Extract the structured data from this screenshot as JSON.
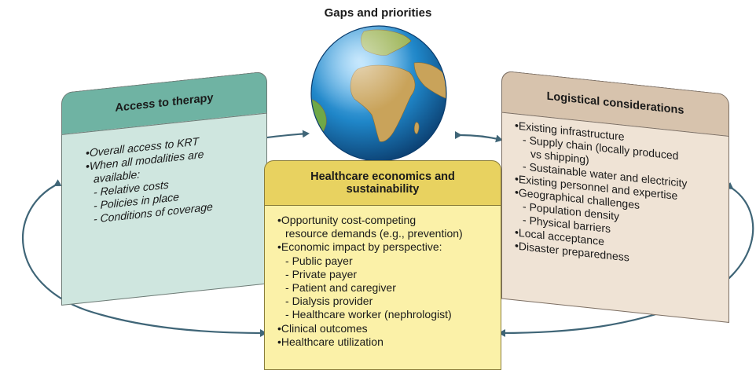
{
  "title": "Gaps and priorities",
  "access": {
    "heading": "Access to therapy",
    "items": [
      {
        "kind": "main",
        "text": "Overall access to KRT"
      },
      {
        "kind": "main",
        "text": "When all modalities are"
      },
      {
        "kind": "cont",
        "text": "available:"
      },
      {
        "kind": "sub",
        "text": "Relative costs"
      },
      {
        "kind": "sub",
        "text": "Policies in place"
      },
      {
        "kind": "sub",
        "text": "Conditions of coverage"
      }
    ]
  },
  "economics": {
    "heading_line1": "Healthcare economics and",
    "heading_line2": "sustainability",
    "items": [
      {
        "kind": "main",
        "text": "Opportunity cost-competing"
      },
      {
        "kind": "cont",
        "text": "resource demands (e.g., prevention)"
      },
      {
        "kind": "main",
        "text": "Economic impact by perspective:"
      },
      {
        "kind": "sub",
        "text": "Public payer"
      },
      {
        "kind": "sub",
        "text": "Private payer"
      },
      {
        "kind": "sub",
        "text": "Patient and caregiver"
      },
      {
        "kind": "sub",
        "text": "Dialysis provider"
      },
      {
        "kind": "sub",
        "text": "Healthcare worker (nephrologist)"
      },
      {
        "kind": "main",
        "text": "Clinical outcomes"
      },
      {
        "kind": "main",
        "text": "Healthcare utilization"
      }
    ]
  },
  "logistics": {
    "heading": "Logistical considerations",
    "items": [
      {
        "kind": "main",
        "text": "Existing infrastructure"
      },
      {
        "kind": "sub",
        "text": "Supply chain (locally produced"
      },
      {
        "kind": "cont2",
        "text": "vs shipping)"
      },
      {
        "kind": "sub",
        "text": "Sustainable water and electricity"
      },
      {
        "kind": "main",
        "text": "Existing personnel and expertise"
      },
      {
        "kind": "main",
        "text": "Geographical challenges"
      },
      {
        "kind": "sub",
        "text": "Population density"
      },
      {
        "kind": "sub",
        "text": "Physical barriers"
      },
      {
        "kind": "main",
        "text": "Local acceptance"
      },
      {
        "kind": "main",
        "text": "Disaster preparedness"
      }
    ]
  },
  "colors": {
    "arrow": "#3f6577",
    "access_header": "#6fb3a3",
    "access_body": "#cfe6df",
    "economics_header": "#e8d260",
    "economics_body": "#fbf1a8",
    "logistics_header": "#d7c3ad",
    "logistics_body": "#efe3d5",
    "ocean": "#1f86c8",
    "land": "#c9a35a"
  },
  "icons": [
    "globe-icon"
  ]
}
